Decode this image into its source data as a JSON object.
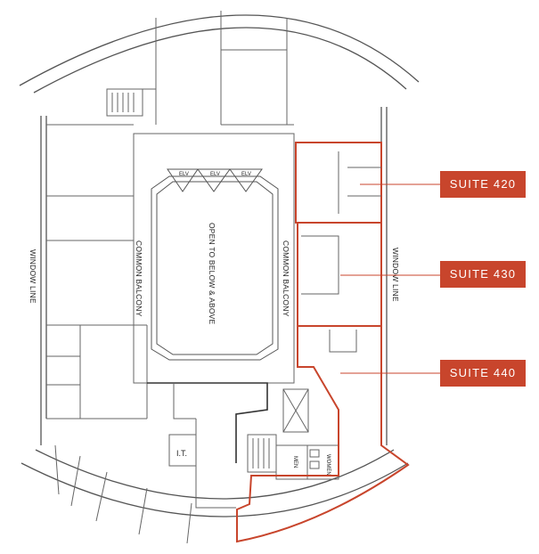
{
  "labels": {
    "window_line_left": "WINDOW LINE",
    "window_line_right": "WINDOW LINE",
    "common_balcony_left": "COMMON BALCONY",
    "common_balcony_right": "COMMON BALCONY",
    "open_to_below": "OPEN TO BELOW & ABOVE",
    "it_room": "I.T.",
    "elev_1": "ELV",
    "elev_2": "ELV",
    "elev_3": "ELV",
    "men": "MEN",
    "women": "WOMEN"
  },
  "suites": [
    {
      "label": "SUITE 420"
    },
    {
      "label": "SUITE 430"
    },
    {
      "label": "SUITE 440"
    }
  ],
  "colors": {
    "suite_accent": "#c8452c",
    "wall": "#444444"
  }
}
